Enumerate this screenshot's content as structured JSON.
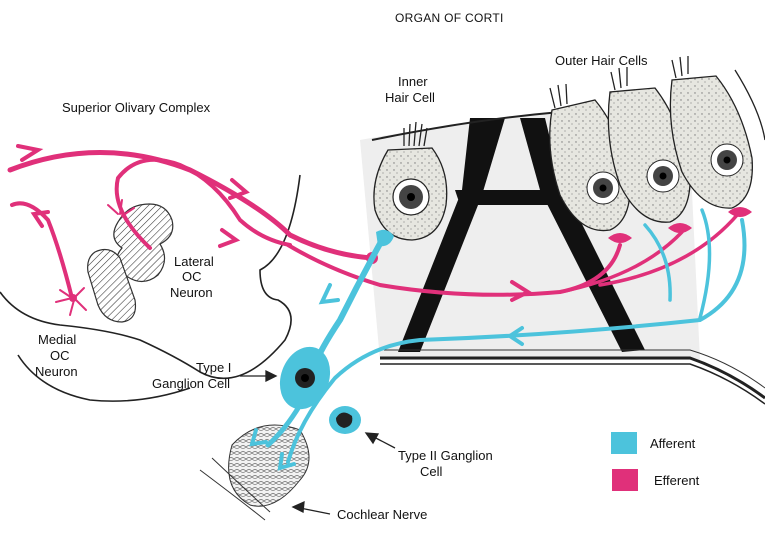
{
  "diagram": {
    "title": "ORGAN OF CORTI",
    "labels": {
      "outer_hair_cells": "Outer Hair Cells",
      "inner_hair_cell_line1": "Inner",
      "inner_hair_cell_line2": "Hair Cell",
      "superior_olivary_complex": "Superior Olivary Complex",
      "lateral_oc_line1": "Lateral",
      "lateral_oc_line2": "OC",
      "lateral_oc_line3": "Neuron",
      "medial_oc_line1": "Medial",
      "medial_oc_line2": "OC",
      "medial_oc_line3": "Neuron",
      "type1_line1": "Type I",
      "type1_line2": "Ganglion Cell",
      "type2_line1": "Type II Ganglion",
      "type2_line2": "Cell",
      "cochlear_nerve": "Cochlear Nerve"
    },
    "legend": [
      {
        "label": "Afferent",
        "color": "#4cc3dc"
      },
      {
        "label": "Efferent",
        "color": "#e0307a"
      }
    ]
  }
}
